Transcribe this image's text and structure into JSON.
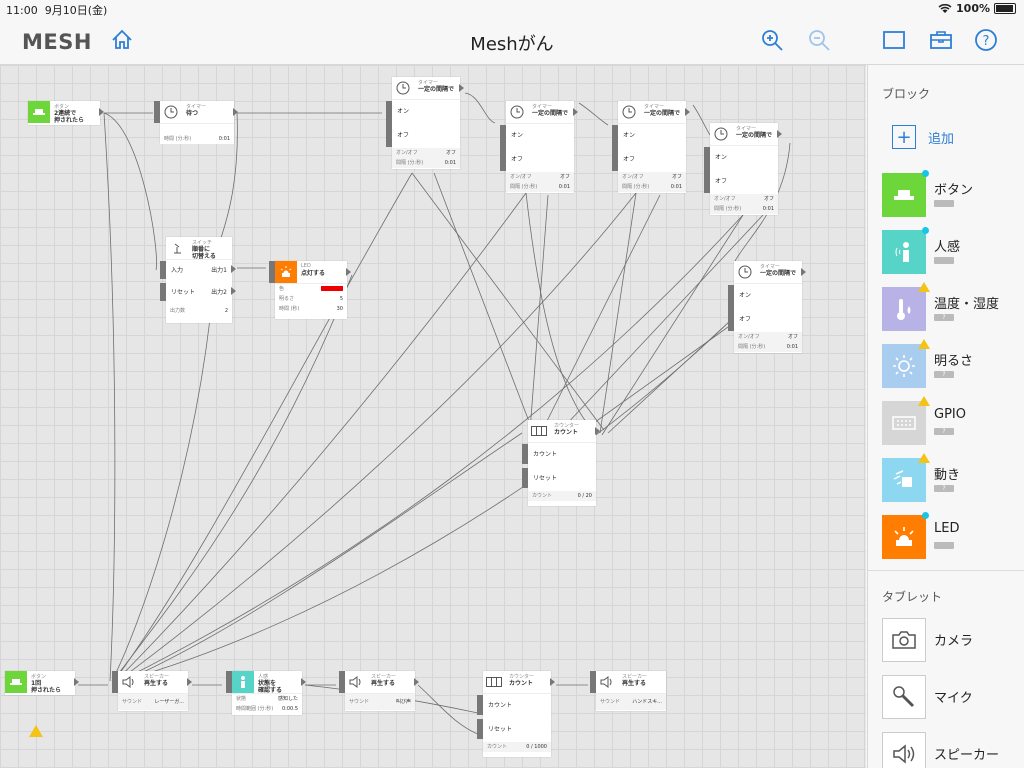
{
  "status": {
    "time": "11:00",
    "date": "9月10日(金)",
    "battery": "100%"
  },
  "app": {
    "logo": "MESH",
    "title": "Meshがん"
  },
  "colors": {
    "accent": "#2d7fd6",
    "button": "#6dd63a",
    "motion": "#56d4c8",
    "led": "#ff7d00",
    "temp": "#b7b3e6",
    "bright": "#a9cdee",
    "gpio": "#d6d6d6",
    "move": "#8ed7f0",
    "warn": "#f3c316",
    "battery_dot": "#16c5e8"
  },
  "blocks": {
    "btn1": {
      "cap": "ボタン",
      "act": "2連続で\n押されたら"
    },
    "wait": {
      "cap": "タイマー",
      "act": "待つ",
      "p1k": "時間 (分:秒)",
      "p1v": "0:01"
    },
    "sw": {
      "cap": "スイッチ",
      "act": "順番に\n切替える",
      "r1l": "入力",
      "r1r": "出力1",
      "r2l": "リセット",
      "r2r": "出力2",
      "p1k": "出力数",
      "p1v": "2"
    },
    "led": {
      "cap": "LED",
      "act": "点灯する",
      "p1k": "色",
      "p2k": "明るさ",
      "p2v": "5",
      "p3k": "時間 (秒)",
      "p3v": "30"
    },
    "t1": {
      "cap": "タイマー",
      "act": "一定の間隔で",
      "r1": "オン",
      "r2": "オフ",
      "p1k": "オン/オフ",
      "p1v": "オフ",
      "p2k": "間隔 (分:秒)",
      "p2v": "0:01"
    },
    "t2": {
      "cap": "タイマー",
      "act": "一定の間隔で",
      "r1": "オン",
      "r2": "オフ",
      "p1k": "オン/オフ",
      "p1v": "オフ",
      "p2k": "間隔 (分:秒)",
      "p2v": "0:01"
    },
    "t3": {
      "cap": "タイマー",
      "act": "一定の間隔で",
      "r1": "オン",
      "r2": "オフ",
      "p1k": "オン/オフ",
      "p1v": "オフ",
      "p2k": "間隔 (分:秒)",
      "p2v": "0:01"
    },
    "t4": {
      "cap": "タイマー",
      "act": "一定の間隔で",
      "r1": "オン",
      "r2": "オフ",
      "p1k": "オン/オフ",
      "p1v": "オフ",
      "p2k": "間隔 (分:秒)",
      "p2v": "0:01"
    },
    "t5": {
      "cap": "タイマー",
      "act": "一定の間隔で",
      "r1": "オン",
      "r2": "オフ",
      "p1k": "オン/オフ",
      "p1v": "オフ",
      "p2k": "間隔 (分:秒)",
      "p2v": "0:01"
    },
    "cnt1": {
      "cap": "カウンター",
      "act": "カウント",
      "r1": "カウント",
      "r2": "リセット",
      "p1k": "カウント",
      "p1v": "0 / 20"
    },
    "btn2": {
      "cap": "ボタン",
      "act": "1回\n押されたら"
    },
    "sp1": {
      "cap": "スピーカー",
      "act": "再生する",
      "p1k": "サウンド",
      "p1v": "レーザーガ..."
    },
    "mot": {
      "cap": "人感",
      "act": "状態を\n確認する",
      "p1k": "状態",
      "p1v": "感知した",
      "p2k": "時間範囲 (分:秒)",
      "p2v": "0:00.5"
    },
    "sp2": {
      "cap": "スピーカー",
      "act": "再生する",
      "p1k": "サウンド",
      "p1v": "叫び声"
    },
    "cnt2": {
      "cap": "カウンター",
      "act": "カウント",
      "r1": "カウント",
      "r2": "リセット",
      "p1k": "カウント",
      "p1v": "0 / 1000"
    },
    "sp3": {
      "cap": "スピーカー",
      "act": "再生する",
      "p1k": "サウンド",
      "p1v": "ハンドスキ..."
    }
  },
  "panel": {
    "blocks_heading": "ブロック",
    "add_label": "追加",
    "items": [
      {
        "label": "ボタン",
        "icon": "button-block-icon"
      },
      {
        "label": "人感",
        "icon": "motion-sensor-icon"
      },
      {
        "label": "温度・湿度",
        "icon": "thermometer-icon",
        "badge": "?"
      },
      {
        "label": "明るさ",
        "icon": "brightness-icon",
        "badge": "?"
      },
      {
        "label": "GPIO",
        "icon": "gpio-icon",
        "badge": "?"
      },
      {
        "label": "動き",
        "icon": "move-icon",
        "badge": "?"
      },
      {
        "label": "LED",
        "icon": "led-icon"
      }
    ],
    "tablet_heading": "タブレット",
    "tablet_items": [
      {
        "label": "カメラ",
        "icon": "camera-icon"
      },
      {
        "label": "マイク",
        "icon": "microphone-icon"
      },
      {
        "label": "スピーカー",
        "icon": "speaker-icon"
      }
    ]
  }
}
